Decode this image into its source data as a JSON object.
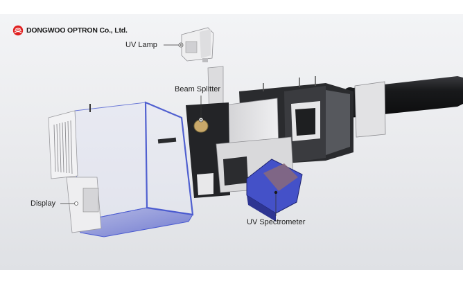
{
  "brand": {
    "name": "DONGWOO OPTRON Co., Ltd.",
    "logo_icon": "sunrise-logo-icon",
    "logo_color": "#e02020"
  },
  "labels": {
    "uv_lamp": "UV Lamp",
    "beam_splitter": "Beam Splitter",
    "display": "Display",
    "uv_spectrometer": "UV Spectrometer"
  },
  "colors": {
    "background": "#eceef1",
    "housing_blue": "#4a5ad0",
    "metal_dark": "#2a2b2e",
    "metal_light": "#d8d8da"
  }
}
